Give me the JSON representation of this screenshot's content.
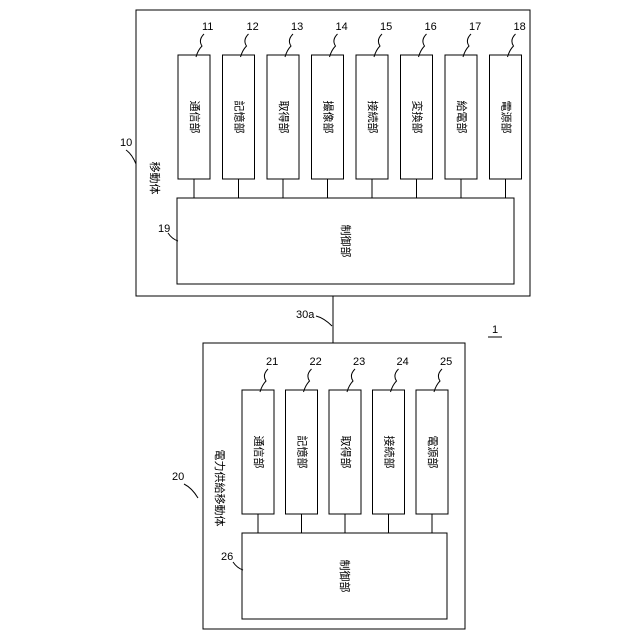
{
  "system_ref": "1",
  "mobile": {
    "ref": "10",
    "title": "移動体",
    "units": [
      {
        "ref": "11",
        "label": "通信部"
      },
      {
        "ref": "12",
        "label": "記憶部"
      },
      {
        "ref": "13",
        "label": "取得部"
      },
      {
        "ref": "14",
        "label": "撮像部"
      },
      {
        "ref": "15",
        "label": "接続部"
      },
      {
        "ref": "16",
        "label": "変換部"
      },
      {
        "ref": "17",
        "label": "給電部"
      },
      {
        "ref": "18",
        "label": "電源部"
      }
    ],
    "control": {
      "ref": "19",
      "label": "制御部"
    }
  },
  "link": {
    "ref": "30a"
  },
  "supply": {
    "ref": "20",
    "title": "電力供給移動体",
    "units": [
      {
        "ref": "21",
        "label": "通信部"
      },
      {
        "ref": "22",
        "label": "記憶部"
      },
      {
        "ref": "23",
        "label": "取得部"
      },
      {
        "ref": "24",
        "label": "接続部"
      },
      {
        "ref": "25",
        "label": "電源部"
      }
    ],
    "control": {
      "ref": "26",
      "label": "制御部"
    }
  }
}
